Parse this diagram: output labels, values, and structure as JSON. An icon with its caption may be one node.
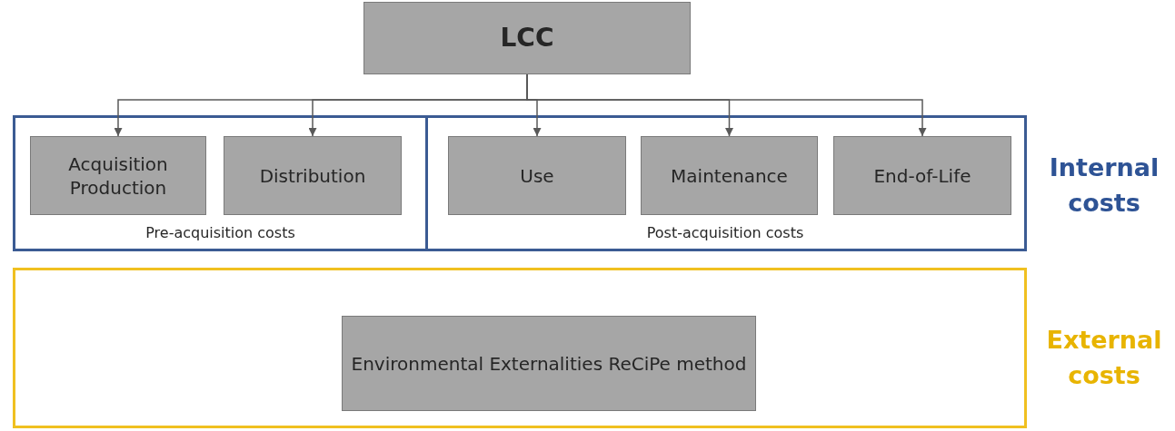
{
  "diagram": {
    "nodes": [
      {
        "text": [
          "LCC"
        ]
      },
      {
        "text": [
          "Pre-acquisition costs"
        ]
      },
      {
        "text": [
          "Acquisition Production"
        ],
        "in": 1
      },
      {
        "text": [
          "Distribution"
        ],
        "in": 1
      },
      {
        "text": [
          "Post-acquisition costs"
        ]
      },
      {
        "text": [
          "Use"
        ],
        "in": 4
      },
      {
        "text": [
          "Maintenance"
        ],
        "in": 4
      },
      {
        "text": [
          "End-of-Life"
        ],
        "in": 4
      },
      {
        "text": [],
        "shape": "box"
      },
      {
        "text": [
          "Environmental Externalities ReCiPe method"
        ],
        "in": 8
      }
    ],
    "edges": [
      {
        "from": 0,
        "to": 2,
        "arrow": "to"
      },
      {
        "from": 0,
        "to": 3,
        "arrow": "to"
      },
      {
        "from": 0,
        "to": 5,
        "arrow": "to"
      },
      {
        "from": 0,
        "to": 6,
        "arrow": "to"
      },
      {
        "from": 0,
        "to": 7,
        "arrow": "to"
      }
    ],
    "labels": [
      "Internal costs",
      "External costs"
    ]
  }
}
